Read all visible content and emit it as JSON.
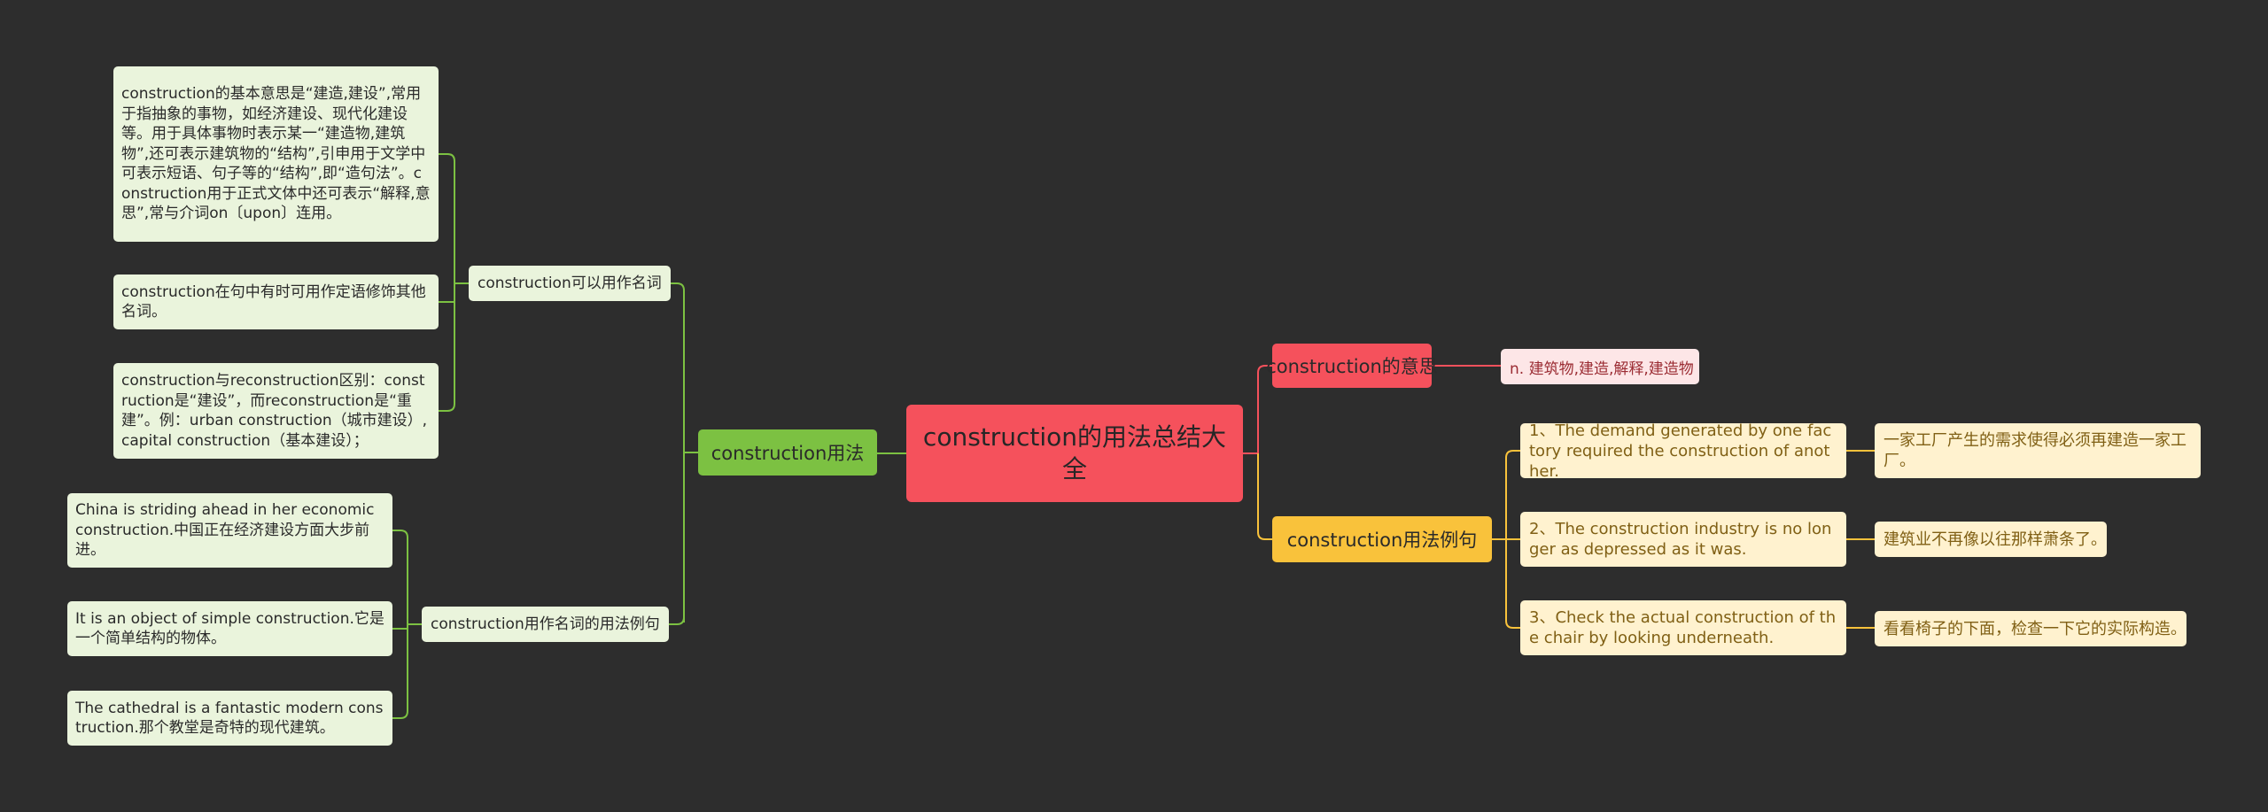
{
  "root": {
    "title": "construction的用法总结大全"
  },
  "usage": {
    "label": "construction用法",
    "noun": {
      "label": "construction可以用作名词",
      "notes": [
        "construction的基本意思是“建造,建设”,常用于指抽象的事物，如经济建设、现代化建设等。用于具体事物时表示某一“建造物,建筑物”,还可表示建筑物的“结构”,引申用于文学中可表示短语、句子等的“结构”,即“造句法”。construction用于正式文体中还可表示“解释,意思”,常与介词on〔upon〕连用。",
        "construction在句中有时可用作定语修饰其他名词。",
        "construction与reconstruction区别：construction是“建设”，而reconstruction是“重建”。例：urban construction（城市建设）,capital construction（基本建设）；"
      ]
    },
    "examples": {
      "label": "construction用作名词的用法例句",
      "items": [
        "China is striding ahead in her economic construction.中国正在经济建设方面大步前进。",
        "It is an object of simple construction.它是一个简单结构的物体。",
        "The cathedral is a fantastic modern construction.那个教堂是奇特的现代建筑。"
      ]
    }
  },
  "meaning": {
    "label": "construction的意思",
    "value": "n. 建筑物,建造,解释,建造物"
  },
  "sentences": {
    "label": "construction用法例句",
    "items": [
      {
        "en": "1、The demand generated by one factory required the construction of another.",
        "zh": "一家工厂产生的需求使得必须再建造一家工厂。"
      },
      {
        "en": "2、The construction industry is no longer as depressed as it was.",
        "zh": "建筑业不再像以往那样萧条了。"
      },
      {
        "en": "3、Check the actual construction of the chair by looking underneath.",
        "zh": "看看椅子的下面，检查一下它的实际构造。"
      }
    ]
  },
  "colors": {
    "background": "#2d2d2d",
    "root": "#f5515c",
    "green_branch": "#7cc142",
    "red_branch": "#f5515c",
    "yellow_branch": "#f9c23b",
    "green_node_fill": "#eaf4dc",
    "red_node_fill": "#fde6e7",
    "yellow_node_fill": "#fff2cf"
  }
}
